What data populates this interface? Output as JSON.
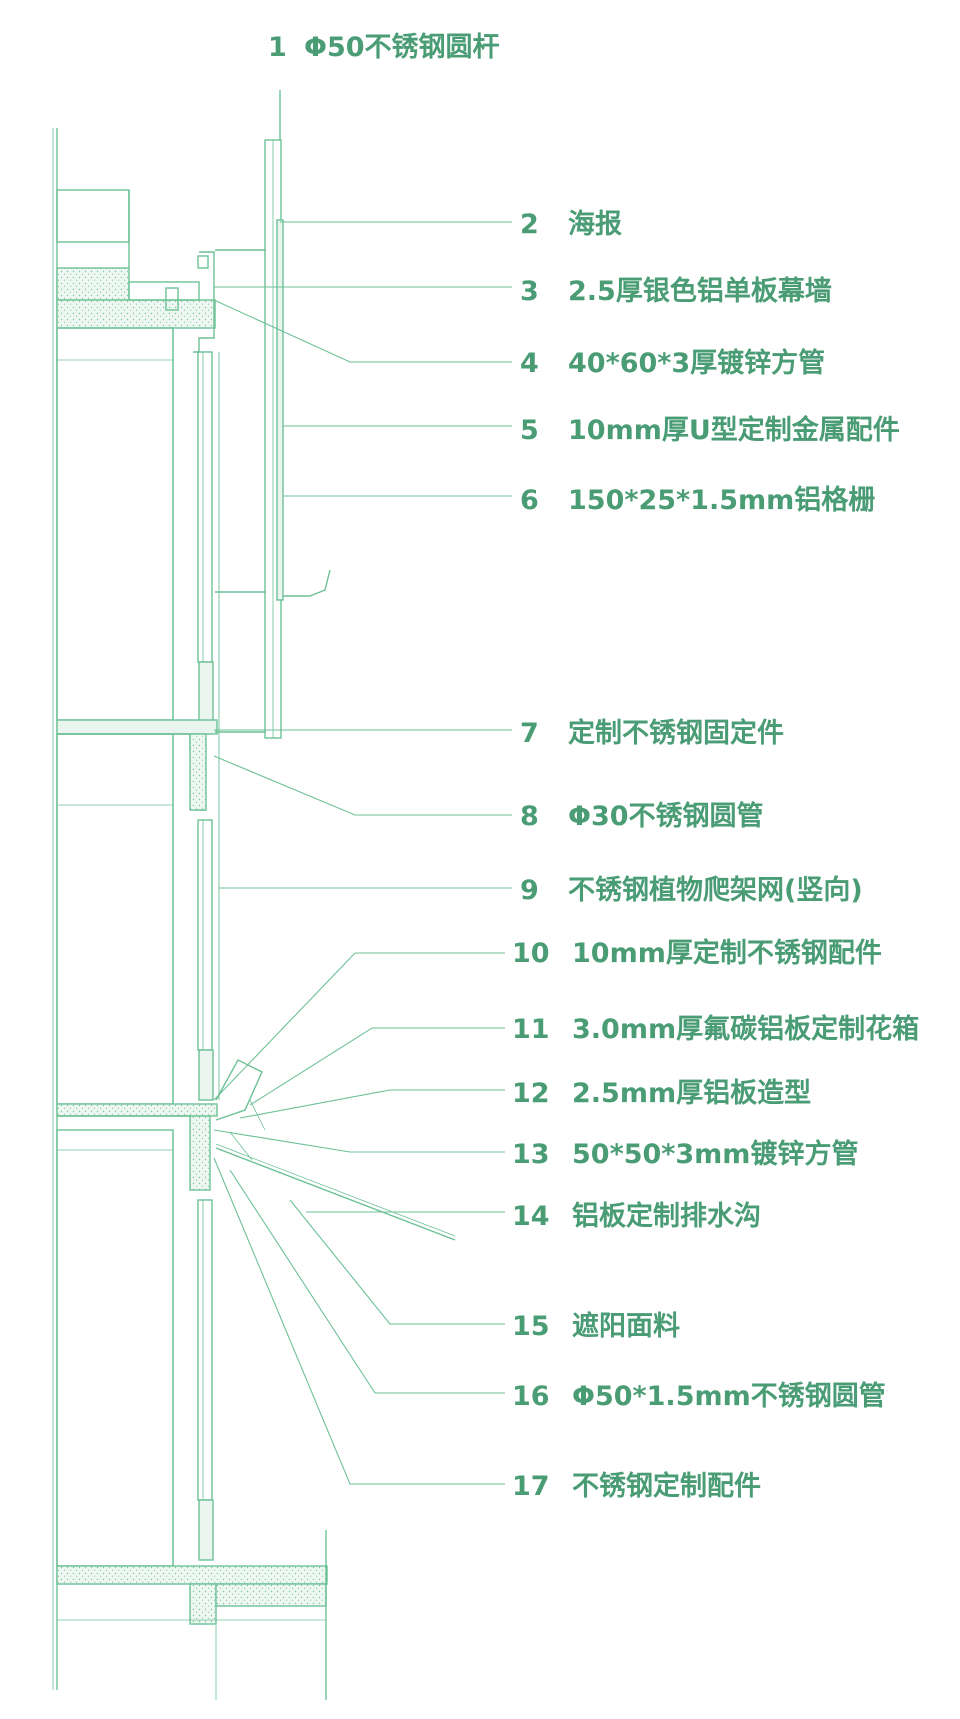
{
  "colors": {
    "label": "#4a9c74",
    "line": "#6cc196",
    "fill": "#e9f5ee"
  },
  "labels": [
    {
      "num": "1",
      "text": "Φ50不锈钢圆杆"
    },
    {
      "num": "2",
      "text": "海报"
    },
    {
      "num": "3",
      "text": "2.5厚银色铝单板幕墙"
    },
    {
      "num": "4",
      "text": "40*60*3厚镀锌方管"
    },
    {
      "num": "5",
      "text": "10mm厚U型定制金属配件"
    },
    {
      "num": "6",
      "text": "150*25*1.5mm铝格栅"
    },
    {
      "num": "7",
      "text": "定制不锈钢固定件"
    },
    {
      "num": "8",
      "text": "Φ30不锈钢圆管"
    },
    {
      "num": "9",
      "text": "不锈钢植物爬架网(竖向)"
    },
    {
      "num": "10",
      "text": "10mm厚定制不锈钢配件"
    },
    {
      "num": "11",
      "text": "3.0mm厚氟碳铝板定制花箱"
    },
    {
      "num": "12",
      "text": "2.5mm厚铝板造型"
    },
    {
      "num": "13",
      "text": "50*50*3mm镀锌方管"
    },
    {
      "num": "14",
      "text": "铝板定制排水沟"
    },
    {
      "num": "15",
      "text": "遮阳面料"
    },
    {
      "num": "16",
      "text": "Φ50*1.5mm不锈钢圆管"
    },
    {
      "num": "17",
      "text": "不锈钢定制配件"
    }
  ]
}
